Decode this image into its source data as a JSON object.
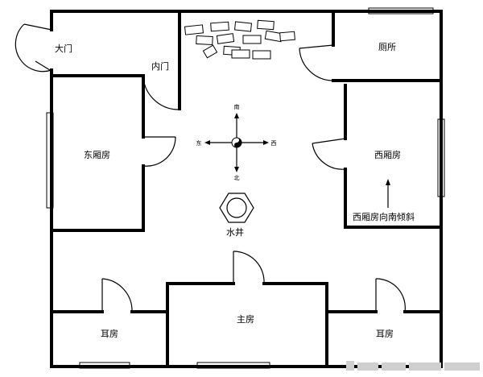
{
  "rooms": {
    "main_gate": "大门",
    "inner_gate": "内门",
    "toilet": "厕所",
    "east_wing": "东厢房",
    "west_wing": "西厢房",
    "west_wing_note": "西厢房向南倾斜",
    "well": "水井",
    "main_room": "主房",
    "ear_room_left": "耳房",
    "ear_room_right": "耳房"
  },
  "compass": {
    "south": "南",
    "north": "北",
    "east": "东",
    "west": "西"
  },
  "colors": {
    "line": "#000000",
    "background": "#ffffff",
    "watermark": "#cfcfcf"
  }
}
